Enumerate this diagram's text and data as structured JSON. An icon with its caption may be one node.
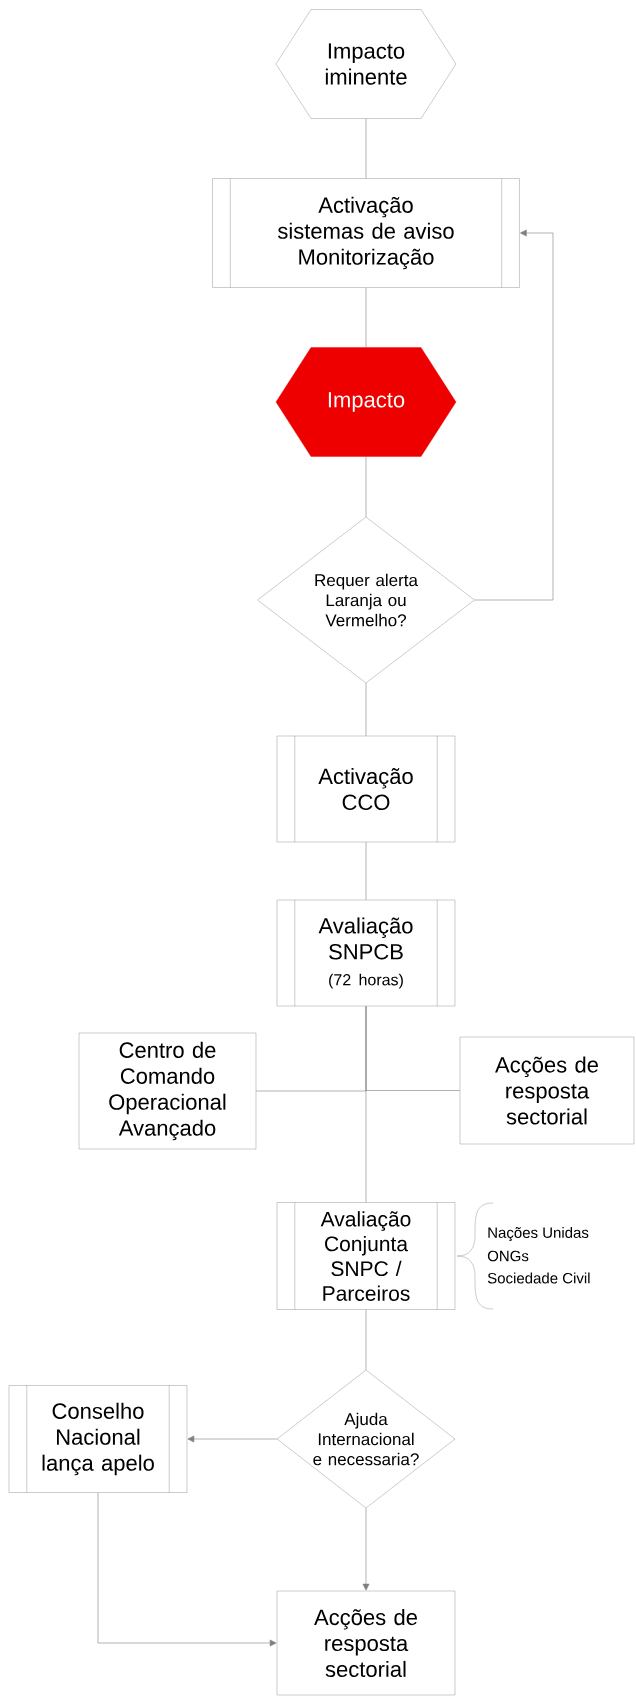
{
  "diagram": {
    "nodes": [
      {
        "text": [
          "Impacto iminente"
        ]
      },
      {
        "text": [
          "Activação sistemas de aviso",
          "Monitorização"
        ]
      },
      {
        "text": [
          "Impacto"
        ]
      },
      {
        "text": [
          "Requer alerta Laranja ou Vermelho?"
        ]
      },
      {
        "text": [
          "Activação CCO"
        ]
      },
      {
        "text": [
          "Avaliação SNPCB",
          "(72 horas)"
        ]
      },
      {
        "text": [
          "Centro de Comando Operacional Avançado"
        ]
      },
      {
        "text": [
          "Acções de resposta sectorial"
        ]
      },
      {
        "text": [
          "Avaliação Conjunta SNPC / Parceiros"
        ],
        "beside": [
          "Nações Unidas",
          "ONGs",
          "Sociedade Civil"
        ]
      },
      {
        "text": [
          "Ajuda Internacional e necessaria?"
        ]
      },
      {
        "text": [
          "Conselho Nacional lança apelo"
        ]
      },
      {
        "text": [
          "Acções de resposta sectorial"
        ]
      }
    ],
    "edges": [
      {
        "from": 0,
        "to": 1,
        "arrow": "none"
      },
      {
        "from": 1,
        "to": 2,
        "arrow": "none"
      },
      {
        "from": 2,
        "to": 3,
        "arrow": "none"
      },
      {
        "from": 3,
        "to": 1,
        "arrow": "to"
      },
      {
        "from": 3,
        "to": 4,
        "arrow": "none"
      },
      {
        "from": 4,
        "to": 5,
        "arrow": "none"
      },
      {
        "from": 5,
        "to": 6,
        "arrow": "none"
      },
      {
        "from": 5,
        "to": 7,
        "arrow": "none"
      },
      {
        "from": 5,
        "to": 8,
        "arrow": "none"
      },
      {
        "from": 8,
        "to": 9,
        "arrow": "none"
      },
      {
        "from": 9,
        "to": 10,
        "arrow": "to"
      },
      {
        "from": 9,
        "to": 11,
        "arrow": "to"
      },
      {
        "from": 10,
        "to": 11,
        "arrow": "to"
      }
    ]
  }
}
